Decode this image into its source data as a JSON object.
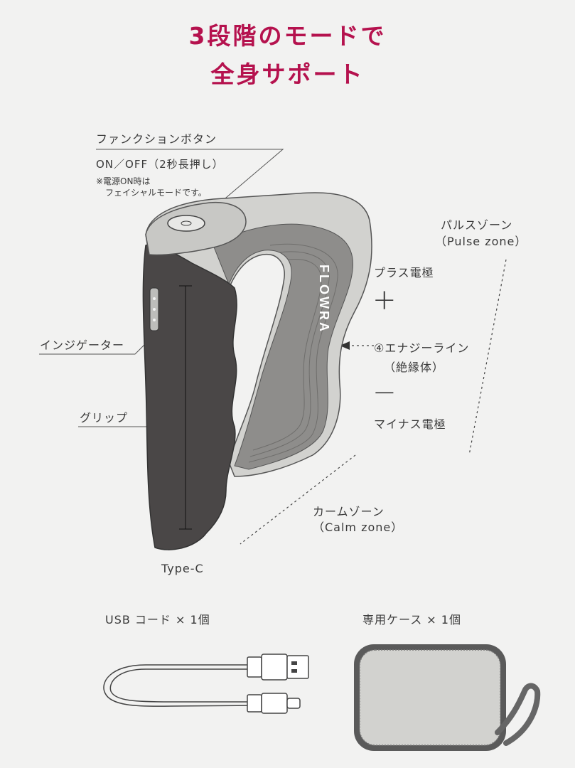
{
  "title": {
    "line1": "3段階のモードで",
    "line2": "全身サポート"
  },
  "device": {
    "brand": "FLOWRA",
    "function_button": {
      "label": "ファンクションボタン",
      "sub": "ON／OFF（2秒長押し）",
      "note1": "※電源ON時は",
      "note2": "フェイシャルモードです。"
    },
    "indicator": "インジゲーター",
    "grip": "グリップ",
    "type_c": "Type-C",
    "pulse_zone": {
      "ja": "パルスゾーン",
      "en": "（Pulse zone）"
    },
    "plus": {
      "label": "プラス電極",
      "symbol": "+"
    },
    "energy_line": {
      "label": "④エナジーライン",
      "sub": "（絶縁体）"
    },
    "minus": {
      "label": "マイナス電極",
      "symbol": "−"
    },
    "calm_zone": {
      "ja": "カームゾーン",
      "en": "（Calm zone）"
    }
  },
  "accessories": {
    "usb": "USB コード × 1個",
    "case": "専用ケース × 1個"
  },
  "colors": {
    "title": "#b5124e",
    "grip": "#4a4747",
    "body": "#cfcfcd",
    "band": "#8c8b89"
  }
}
